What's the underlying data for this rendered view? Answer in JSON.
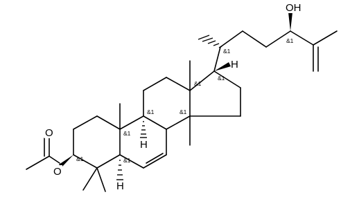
{
  "structure": {
    "atom_labels": {
      "hydroxyl": "OH",
      "ester_carbonyl_oxygen": "O",
      "ester_oxygen": "O",
      "h_c9": "H",
      "h_c5": "H",
      "h_c17": "H"
    },
    "stereo_labels": {
      "c24": "&1",
      "c20": "&1",
      "c17": "&1",
      "c13": "&1",
      "c14": "&1",
      "c9": "&1",
      "c3": "&1",
      "c10": "&1",
      "c5": "&1"
    },
    "colors": {
      "bond": "#000000",
      "label": "#000000"
    }
  }
}
